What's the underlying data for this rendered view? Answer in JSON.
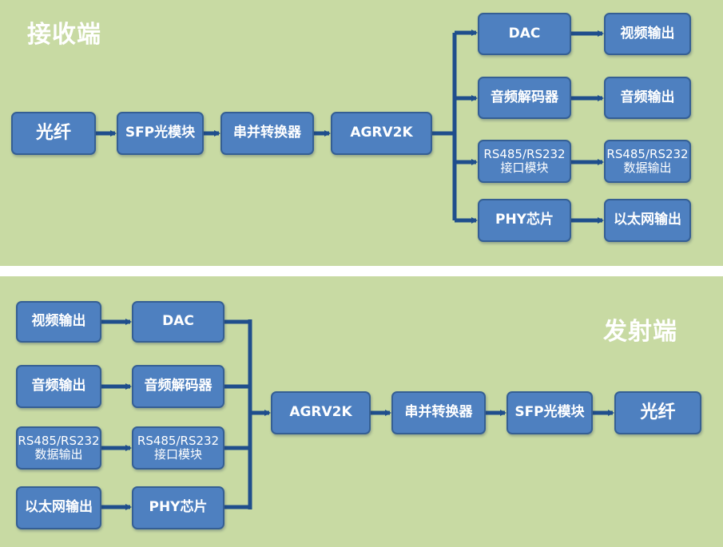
{
  "receiver": {
    "title": "接收端",
    "nodes": {
      "fiber": "光纤",
      "sfp": "SFP光模块",
      "serdes": "串并转换器",
      "agrv": "AGRV2K",
      "dac": "DAC",
      "audio_decoder": "音频解码器",
      "rs_interface": [
        "RS485/RS232",
        "接口模块"
      ],
      "phy": "PHY芯片",
      "video_out": "视频输出",
      "audio_out": "音频输出",
      "rs_data_out": [
        "RS485/RS232",
        "数据输出"
      ],
      "ethernet_out": "以太网输出"
    }
  },
  "transmitter": {
    "title": "发射端",
    "nodes": {
      "video_out": "视频输出",
      "audio_out": "音频输出",
      "rs_data_out": [
        "RS485/RS232",
        "数据输出"
      ],
      "ethernet_out": "以太网输出",
      "dac": "DAC",
      "audio_decoder": "音频解码器",
      "rs_interface": [
        "RS485/RS232",
        "接口模块"
      ],
      "phy": "PHY芯片",
      "agrv": "AGRV2K",
      "serdes": "串并转换器",
      "sfp": "SFP光模块",
      "fiber": "光纤"
    }
  },
  "colors": {
    "panel_bg": "#c8daa3",
    "box_fill": "#4e80c0",
    "box_border": "#355f94",
    "arrow": "#1f4e8c",
    "text": "#ffffff"
  }
}
